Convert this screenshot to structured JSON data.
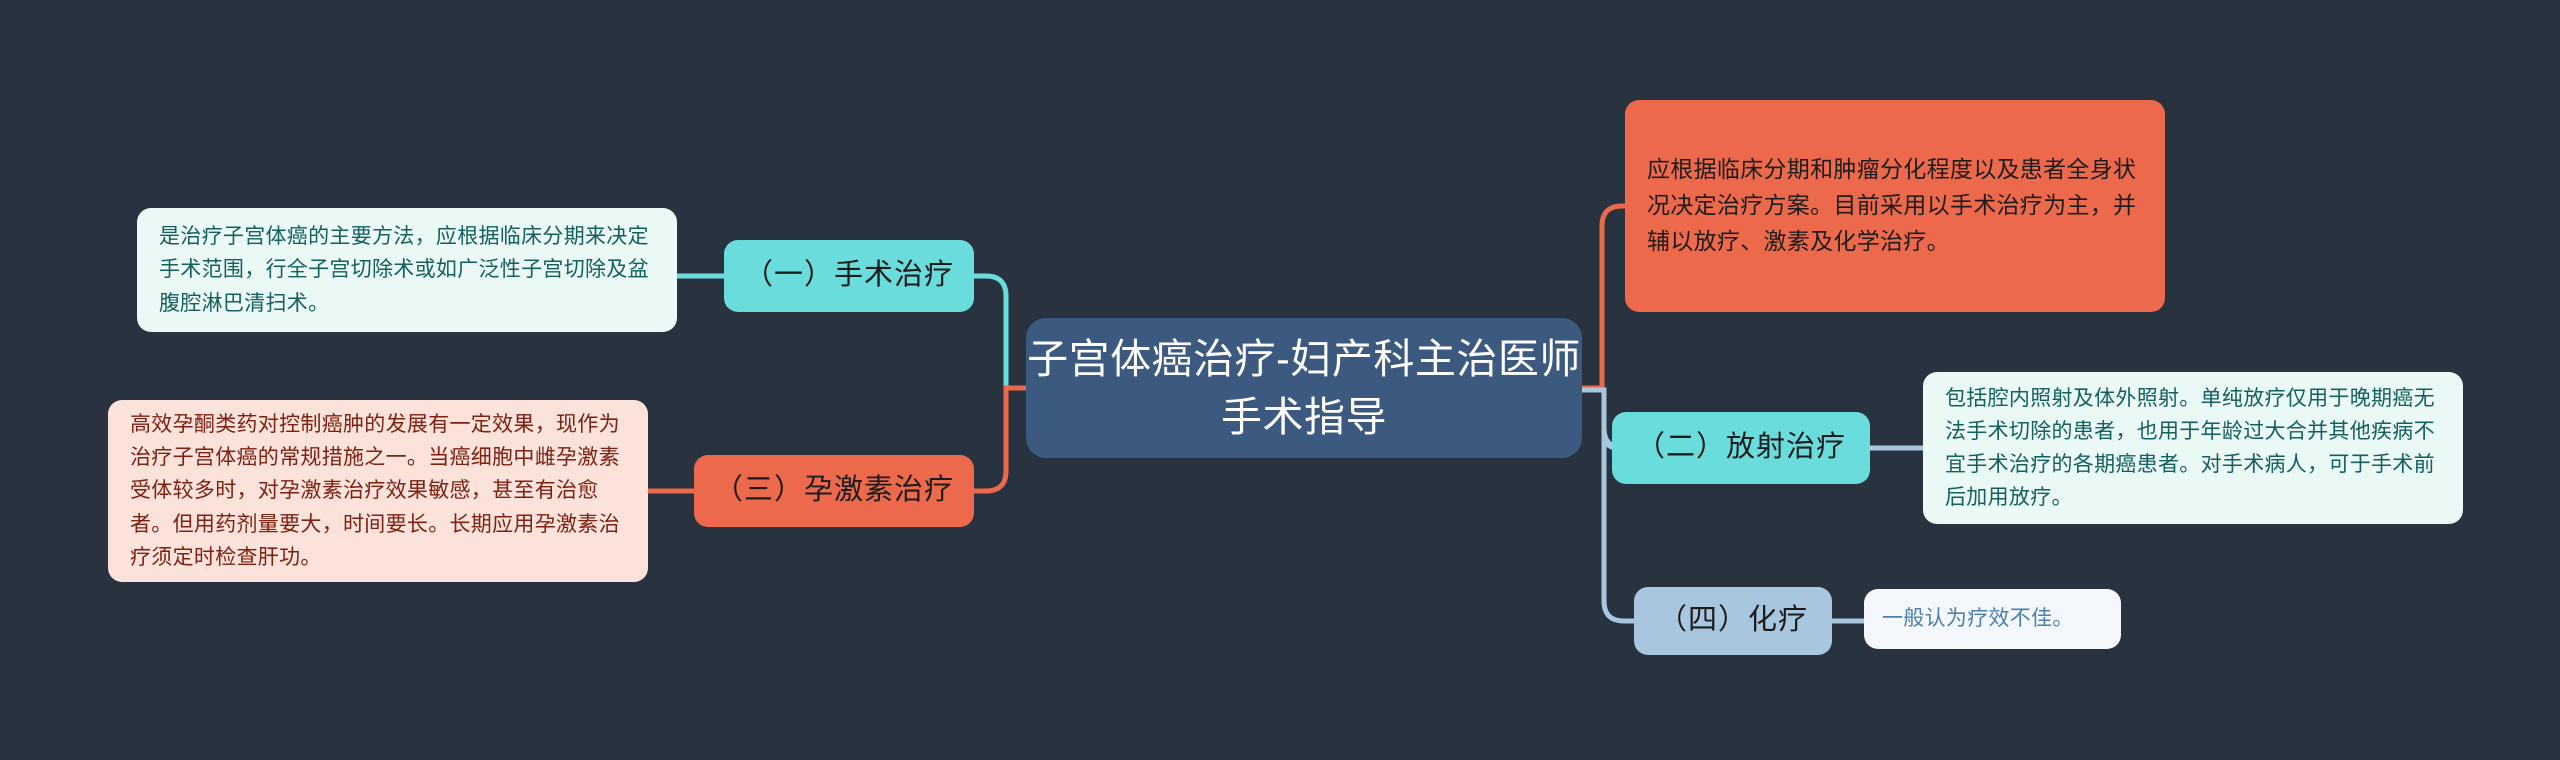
{
  "diagram": {
    "title": "子宫体癌治疗-妇产科主治医师手术指导",
    "background_color": "#29323f",
    "root": {
      "label": "子宫体癌治疗-妇产科主治医师手术指导",
      "color": "#3c597f",
      "text_color": "#ffffff"
    },
    "branches": [
      {
        "id": "surgery",
        "label": "（一）手术治疗",
        "color": "#6bdcdc",
        "side": "left",
        "note": {
          "text": "是治疗子宫体癌的主要方法，应根据临床分期来决定手术范围，行全子宫切除术或如广泛性子宫切除及盆腹腔淋巴清扫术。",
          "bg": "#eaf8f6",
          "text_color": "#14605f"
        }
      },
      {
        "id": "progesterone",
        "label": "（三）孕激素治疗",
        "color": "#ec6a4b",
        "side": "left",
        "note": {
          "text": "高效孕酮类药对控制癌肿的发展有一定效果，现作为治疗子宫体癌的常规措施之一。当癌细胞中雌孕激素受体较多时，对孕激素治疗效果敏感，甚至有治愈者。但用药剂量要大，时间要长。长期应用孕激素治疗须定时检查肝功。",
          "bg": "#fbe3dc",
          "text_color": "#7d2111"
        }
      },
      {
        "id": "overview",
        "label": "应根据临床分期和肿瘤分化程度以及患者全身状况决定治疗方案。目前采用以手术治疗为主，并辅以放疗、激素及化学治疗。",
        "color": "#ec6a4b",
        "side": "right",
        "note": null
      },
      {
        "id": "radiation",
        "label": "（二）放射治疗",
        "color": "#6bdcdc",
        "side": "right",
        "note": {
          "text": "包括腔内照射及体外照射。单纯放疗仅用于晚期癌无法手术切除的患者，也用于年龄过大合并其他疾病不宜手术治疗的各期癌患者。对手术病人，可于手术前后加用放疗。",
          "bg": "#eaf8f6",
          "text_color": "#14605f"
        }
      },
      {
        "id": "chemo",
        "label": "（四）化疗",
        "color": "#a8c6de",
        "side": "right",
        "note": {
          "text": "一般认为疗效不佳。",
          "bg": "#f4f8fc",
          "text_color": "#4a7fae"
        }
      }
    ],
    "connector_colors": {
      "cyan": "#6bdcdc",
      "orange": "#ec6a4b",
      "steel_blue": "#a8c6de"
    }
  }
}
